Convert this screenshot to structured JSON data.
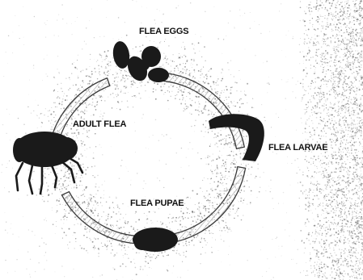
{
  "diagram": {
    "stages": [
      {
        "id": "eggs",
        "label": "FLEA EGGS"
      },
      {
        "id": "larvae",
        "label": "FLEA LARVAE"
      },
      {
        "id": "pupae",
        "label": "FLEA PUPAE"
      },
      {
        "id": "adult",
        "label": "ADULT FLEA"
      }
    ],
    "colors": {
      "background": "#ffffff",
      "speckle": "#6f6f6f",
      "ring": "#ffffff",
      "ring_outline": "#3a3a3a",
      "ring_hatch": "#b0b0b0",
      "flea_body": "#1a1a1a",
      "label": "#111111"
    }
  }
}
